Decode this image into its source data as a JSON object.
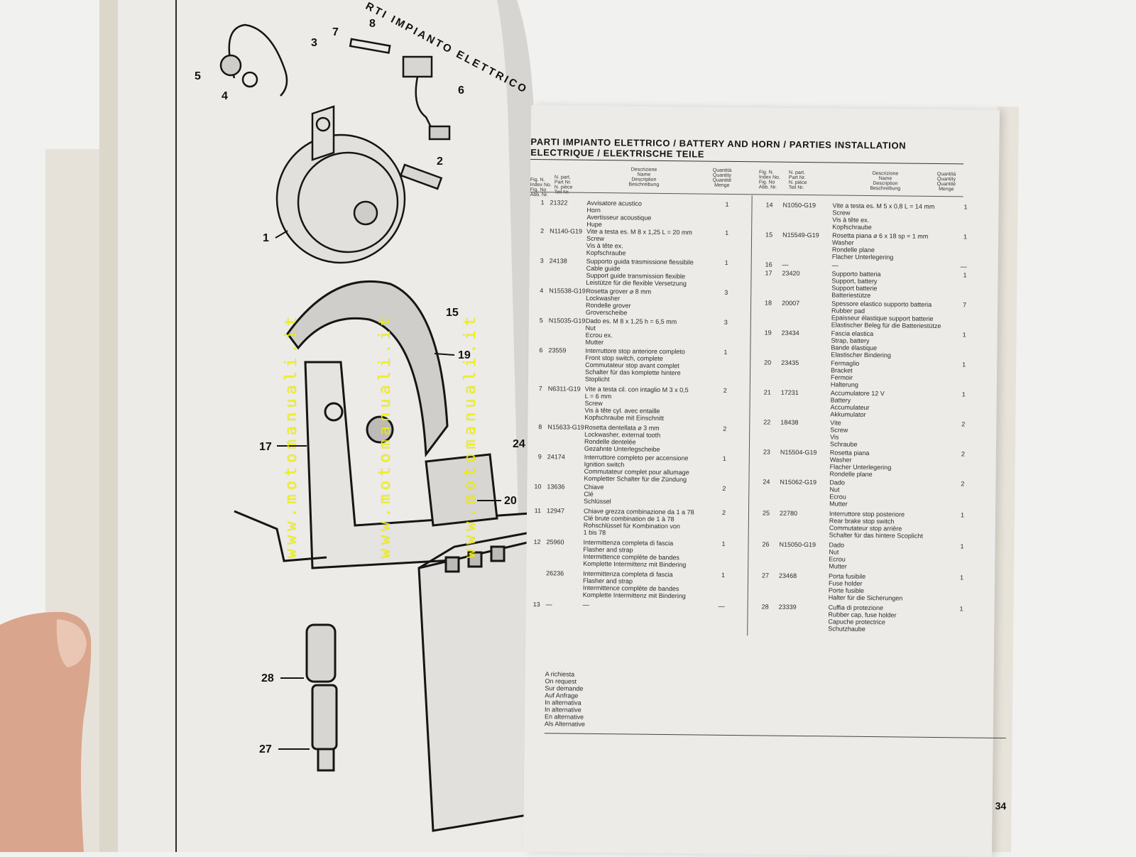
{
  "left_page": {
    "title": "RTI IMPIANTO ELETTRICO",
    "callouts": [
      {
        "n": "1"
      },
      {
        "n": "2"
      },
      {
        "n": "3"
      },
      {
        "n": "4"
      },
      {
        "n": "5"
      },
      {
        "n": "6"
      },
      {
        "n": "7"
      },
      {
        "n": "8"
      },
      {
        "n": "15"
      },
      {
        "n": "17"
      },
      {
        "n": "19"
      },
      {
        "n": "20"
      },
      {
        "n": "24"
      },
      {
        "n": "27"
      },
      {
        "n": "28"
      }
    ]
  },
  "right_page": {
    "title_line1": "PARTI IMPIANTO ELETTRICO / BATTERY AND HORN / PARTIES INSTALLATION",
    "title_line2": "ELECTRIQUE / ELEKTRISCHE TEILE",
    "headers": {
      "fig": [
        "Fig.  N.",
        "Index No.",
        "Fig.  No",
        "Abb.  Nr."
      ],
      "part": [
        "N. part.",
        "Part Nr.",
        "N. pièce",
        "Teil Nr."
      ],
      "desc": [
        "Descrizione",
        "Name",
        "Description",
        "Beschreibung"
      ],
      "qty": [
        "Quantità",
        "Quantity",
        "Quantité",
        "Menge"
      ]
    },
    "rows_left": [
      {
        "fig": "1",
        "pn": "21322",
        "desc": [
          "Avvisatore acustico",
          "Horn",
          "Avertisseur acoustique",
          "Hupe"
        ],
        "qty": "1"
      },
      {
        "fig": "2",
        "pn": "N1140-G19",
        "desc": [
          "Vite a testa es. M 8 x 1,25  L = 20 mm",
          "Screw",
          "Vis à tête ex.",
          "Kopfschraube"
        ],
        "qty": "1"
      },
      {
        "fig": "3",
        "pn": "24138",
        "desc": [
          "Supporto guida trasmissione flessibile",
          "Cable guide",
          "Support guide transmission flexible",
          "Leistütze für die flexible Versetzung"
        ],
        "qty": "1"
      },
      {
        "fig": "4",
        "pn": "N15538-G19",
        "desc": [
          "Rosetta grover  ⌀ 8 mm",
          "Lockwasher",
          "Rondelle grover",
          "Groverscheibe"
        ],
        "qty": "3"
      },
      {
        "fig": "5",
        "pn": "N15035-G19",
        "desc": [
          "Dado es. M 8 x 1,25  h = 6,5 mm",
          "Nut",
          "Ecrou ex.",
          "Mutter"
        ],
        "qty": "3"
      },
      {
        "fig": "6",
        "pn": "23559",
        "desc": [
          "Interruttore stop anteriore completo",
          "Front stop switch, complete",
          "Commutateur stop avant complet",
          "Schalter für das komplette hintere",
          "Stoplicht"
        ],
        "qty": "1"
      },
      {
        "fig": "7",
        "pn": "N6311-G19",
        "desc": [
          "Vite a testa cil. con intaglio  M 3 x 0,5",
          "L = 6 mm",
          "Screw",
          "Vis à tête cyl. avec entaille",
          "Kopfschraube mit Einschnitt"
        ],
        "qty": "2"
      },
      {
        "fig": "8",
        "pn": "N15633-G19",
        "desc": [
          "Rosetta dentellata  ⌀ 3 mm",
          "Lockwasher, external tooth",
          "Rondelle dentelée",
          "Gezahnte Unterlegscheibe"
        ],
        "qty": "2"
      },
      {
        "fig": "9",
        "pn": "24174",
        "desc": [
          "Interruttore completo per accensione",
          "Ignition switch",
          "Commutateur complet pour allumage",
          "Kompletter Schalter für die Zündung"
        ],
        "qty": "1"
      },
      {
        "fig": "10",
        "pn": "13636",
        "desc": [
          "Chiave",
          "Clé",
          "Schlüssel"
        ],
        "qty": "2"
      },
      {
        "fig": "11",
        "pn": "12947",
        "desc": [
          "Chiave grezza combinazione da 1 a 78",
          "Clé brute combination de 1 à 78",
          "Rohschlüssel für Kombination von",
          "1 bis 78"
        ],
        "qty": "2"
      },
      {
        "fig": "12",
        "pn": "25960",
        "desc": [
          "Intermittenza completa di fascia",
          "Flasher and strap",
          "Intermittence complète de bandes",
          "Komplette Intermittenz mit Bindering"
        ],
        "qty": "1"
      },
      {
        "fig": "",
        "pn": "26236",
        "desc": [
          "Intermittenza completa di fascia",
          "Flasher and strap",
          "Intermittence complète de bandes",
          "Komplette Intermittenz mit Bindering"
        ],
        "qty": "1"
      },
      {
        "fig": "13",
        "pn": "—",
        "desc": [
          "—"
        ],
        "qty": "—"
      }
    ],
    "rows_right": [
      {
        "fig": "14",
        "pn": "N1050-G19",
        "desc": [
          "Vite a testa es. M 5 x 0,8  L = 14 mm",
          "Screw",
          "Vis à tête ex.",
          "Kopfschraube"
        ],
        "qty": "1"
      },
      {
        "fig": "15",
        "pn": "N15549-G19",
        "desc": [
          "Rosetta piana  ⌀ 6 x 18   sp = 1 mm",
          "Washer",
          "Rondelle plane",
          "Flacher Unterlegering"
        ],
        "qty": "1"
      },
      {
        "fig": "16",
        "pn": "—",
        "desc": [
          "—"
        ],
        "qty": "—"
      },
      {
        "fig": "17",
        "pn": "23420",
        "desc": [
          "Supporto batteria",
          "Support, battery",
          "Support batterie",
          "Batteriestütze"
        ],
        "qty": "1"
      },
      {
        "fig": "18",
        "pn": "20007",
        "desc": [
          "Spessore elastico supporto batteria",
          "Rubber pad",
          "Epaisseur élastique support batterie",
          "Elastischer Beleg für die Batteriestütze"
        ],
        "qty": "7"
      },
      {
        "fig": "19",
        "pn": "23434",
        "desc": [
          "Fascia elastica",
          "Strap, battery",
          "Bande élastique",
          "Elastischer Bindering"
        ],
        "qty": "1"
      },
      {
        "fig": "20",
        "pn": "23435",
        "desc": [
          "Fermaglio",
          "Bracket",
          "Fermoir",
          "Halterung"
        ],
        "qty": "1"
      },
      {
        "fig": "21",
        "pn": "17231",
        "desc": [
          "Accumulatore 12 V",
          "Battery",
          "Accumulateur",
          "Akkumulator"
        ],
        "qty": "1"
      },
      {
        "fig": "22",
        "pn": "18438",
        "desc": [
          "Vite",
          "Screw",
          "Vis",
          "Schraube"
        ],
        "qty": "2"
      },
      {
        "fig": "23",
        "pn": "N15504-G19",
        "desc": [
          "Rosetta piana",
          "Washer",
          "Flacher Unterlegering",
          "Rondelle plane"
        ],
        "qty": "2"
      },
      {
        "fig": "24",
        "pn": "N15062-G19",
        "desc": [
          "Dado",
          "Nut",
          "Ecrou",
          "Mutter"
        ],
        "qty": "2"
      },
      {
        "fig": "25",
        "pn": "22780",
        "desc": [
          "Interruttore stop posteriore",
          "Rear brake stop switch",
          "Commutateur stop arrière",
          "Schalter für das hintere Scoplicht"
        ],
        "qty": "1"
      },
      {
        "fig": "26",
        "pn": "N15050-G19",
        "desc": [
          "Dado",
          "Nut",
          "Ecrou",
          "Mutter"
        ],
        "qty": "1"
      },
      {
        "fig": "27",
        "pn": "23468",
        "desc": [
          "Porta fusibile",
          "Fuse holder",
          "Porte fusible",
          "Halter für die Sicherungen"
        ],
        "qty": "1"
      },
      {
        "fig": "28",
        "pn": "23339",
        "desc": [
          "Cuffia di protezione",
          "Rubber cap, fuse holder",
          "Capuche protectrice",
          "Schutzhaube"
        ],
        "qty": "1"
      }
    ],
    "notes": [
      "A richiesta",
      "On request",
      "Sur demande",
      "Auf Anfrage",
      "In alternativa",
      "In alternative",
      "En alternative",
      "Als Alternative"
    ],
    "page_number": "34"
  },
  "watermark": {
    "text": "www.motomanuali.it",
    "color": "#f2f200"
  },
  "colors": {
    "paper": "#ecebe8",
    "ink": "#141414",
    "background": "#f1f1ef",
    "skin": "#d9a58c"
  }
}
